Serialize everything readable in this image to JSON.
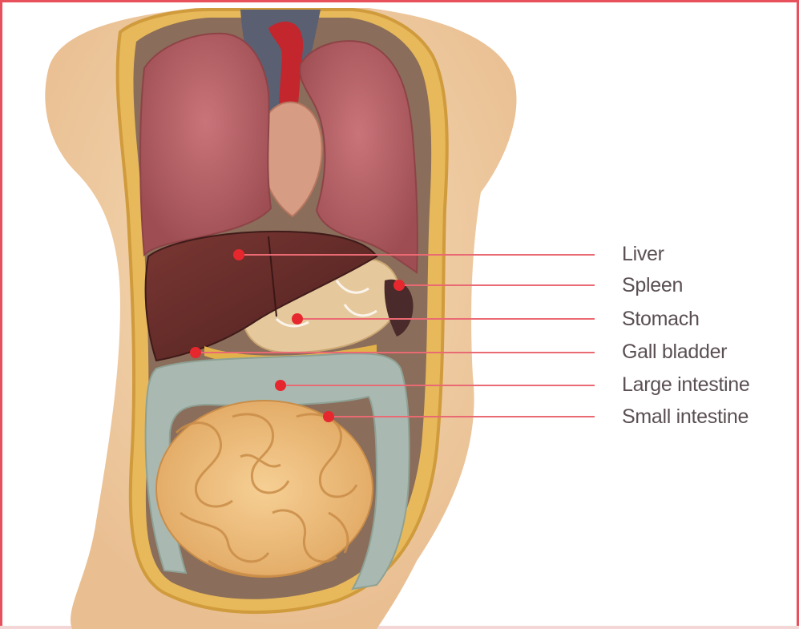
{
  "labels": [
    {
      "key": "liver",
      "text": "Liver"
    },
    {
      "key": "spleen",
      "text": "Spleen"
    },
    {
      "key": "stomach",
      "text": "Stomach"
    },
    {
      "key": "gall-bladder",
      "text": "Gall bladder"
    },
    {
      "key": "large-intestine",
      "text": "Large intestine"
    },
    {
      "key": "small-intestine",
      "text": "Small intestine"
    }
  ],
  "colors": {
    "frame": "#e8505b",
    "marker": "#e6282e",
    "leader": "#ea6a73",
    "label_text": "#5a4f52",
    "skin": "#f2cfa6",
    "lung": "#b9666a",
    "liver": "#6b2f2c",
    "stomach": "#e6c89d",
    "large_intestine": "#a9b9b1",
    "small_intestine": "#efc07d"
  }
}
